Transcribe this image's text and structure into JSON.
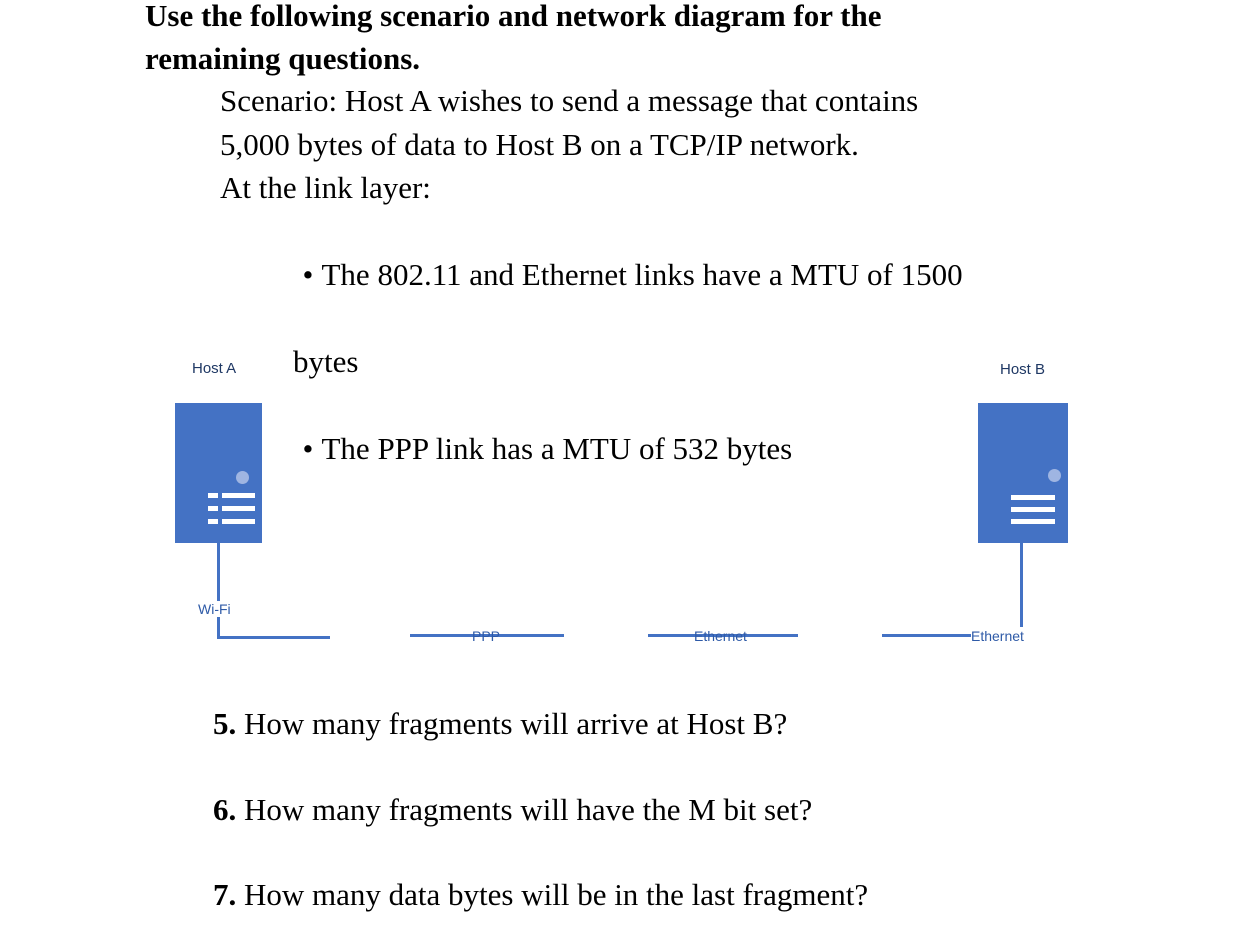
{
  "instructions": {
    "title_lines": [
      "Use the following scenario and network diagram for the",
      "remaining questions."
    ],
    "body_lines": [
      {
        "text": "Scenario: Host A wishes to send a message that contains"
      },
      {
        "text": "5,000 bytes of data to Host B on a TCP/IP network."
      },
      {
        "text": "At the link layer:"
      },
      {
        "bullet": "•",
        "text": "The 802.11 and Ethernet links have a MTU of 1500"
      },
      {
        "text": "bytes"
      },
      {
        "bullet": "•",
        "text": "The PPP link has a MTU of 532 bytes"
      }
    ]
  },
  "diagram": {
    "host_a_label": "Host A",
    "host_b_label": "Host B",
    "links": [
      {
        "label": "Wi-Fi"
      },
      {
        "label": "PPP"
      },
      {
        "label": "Ethernet"
      },
      {
        "label": "Ethernet"
      }
    ],
    "colors": {
      "server_fill": "#4472C4",
      "server_led": "#9FB5E2",
      "link_line": "#4472C4",
      "host_label_text": "#1F3864",
      "link_label_text": "#2E5AA7"
    }
  },
  "questions": [
    {
      "number": "5.",
      "text": "How many fragments will arrive at Host B?"
    },
    {
      "number": "6.",
      "text": "How many fragments will have the M bit set?"
    },
    {
      "number": "7.",
      "text": "How many data bytes will be in the last fragment?"
    }
  ]
}
